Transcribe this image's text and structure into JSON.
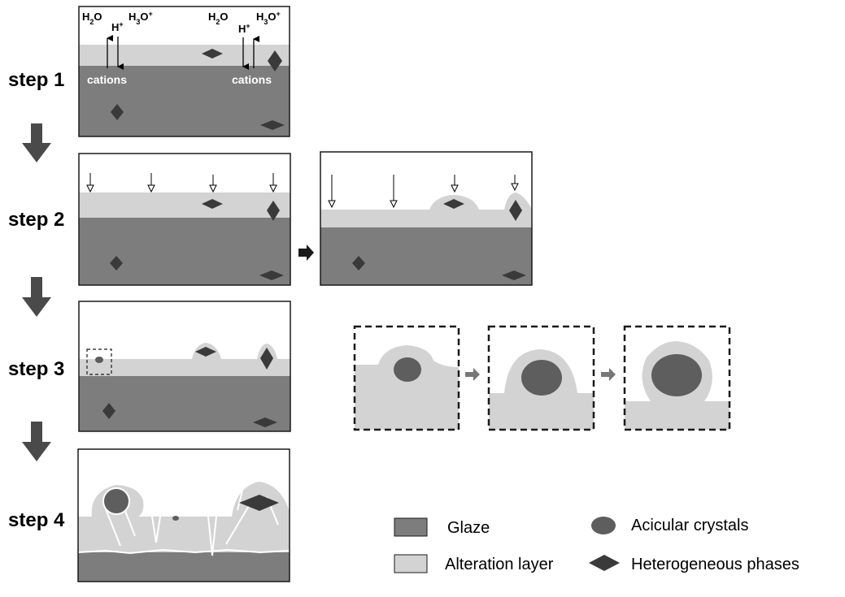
{
  "steps": [
    {
      "label": "step 1"
    },
    {
      "label": "step 2"
    },
    {
      "label": "step 3"
    },
    {
      "label": "step 4"
    }
  ],
  "step1": {
    "left": {
      "water": "H2O",
      "proton": "H+",
      "hydronium": "H3O+",
      "cations": "cations"
    },
    "right": {
      "water": "H2O",
      "proton": "H+",
      "hydronium": "H3O+",
      "cations": "cations"
    }
  },
  "legend": {
    "glaze": "Glaze",
    "alteration": "Alteration layer",
    "acicular": "Acicular crystals",
    "heterogeneous": "Heterogeneous phases"
  },
  "colors": {
    "glaze": "#7d7d7d",
    "alteration_layer": "#d3d3d3",
    "heterogeneous_phase": "#3a3a3a",
    "acicular_crystal": "#5e5e5e",
    "arrow": "#4a4a4a"
  }
}
